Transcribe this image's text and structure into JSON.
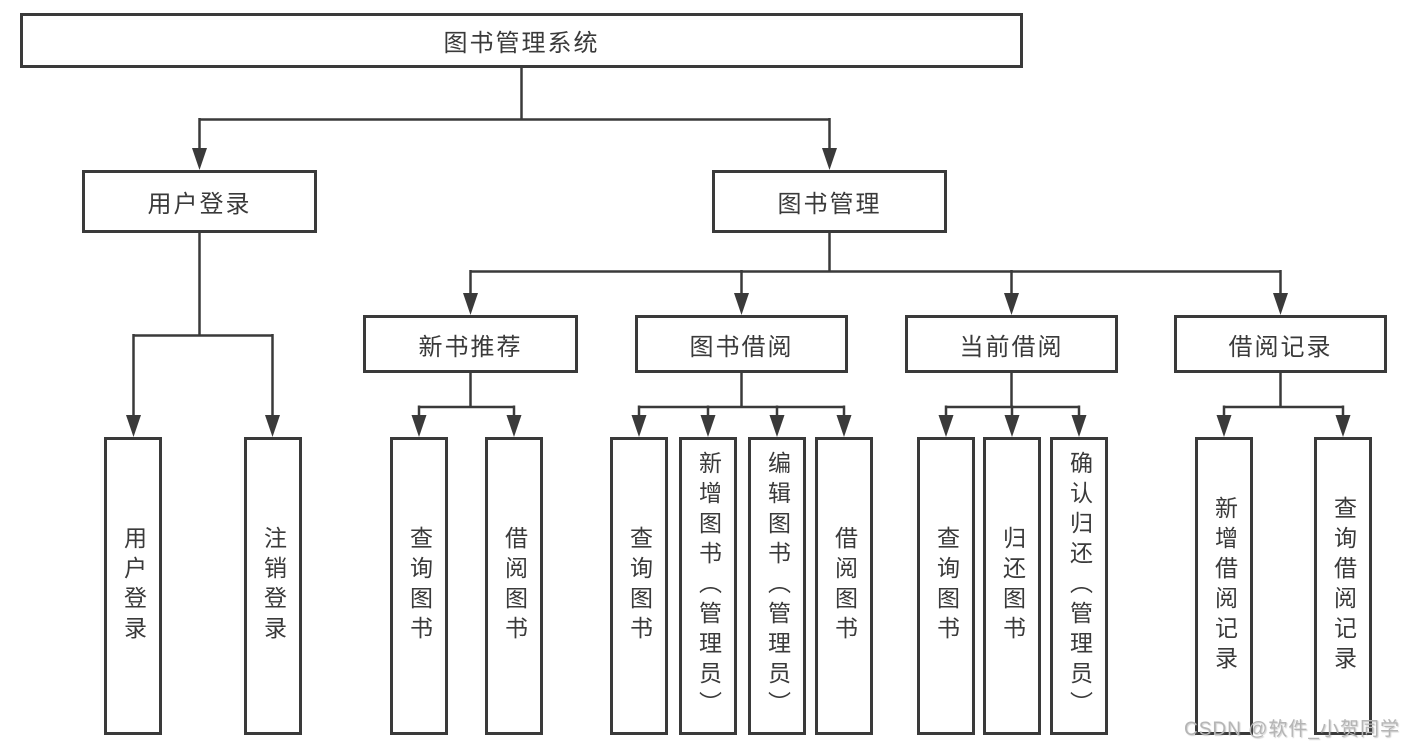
{
  "diagram": {
    "title": "图书管理系统",
    "level2": [
      {
        "label": "用户登录",
        "children": [
          {
            "label": "用户登录"
          },
          {
            "label": "注销登录"
          }
        ]
      },
      {
        "label": "图书管理",
        "children": [
          {
            "label": "新书推荐",
            "children": [
              {
                "label": "查询图书"
              },
              {
                "label": "借阅图书"
              }
            ]
          },
          {
            "label": "图书借阅",
            "children": [
              {
                "label": "查询图书"
              },
              {
                "label": "新增图书（管理员）"
              },
              {
                "label": "编辑图书（管理员）"
              },
              {
                "label": "借阅图书"
              }
            ]
          },
          {
            "label": "当前借阅",
            "children": [
              {
                "label": "查询图书"
              },
              {
                "label": "归还图书"
              },
              {
                "label": "确认归还（管理员）"
              }
            ]
          },
          {
            "label": "借阅记录",
            "children": [
              {
                "label": "新增借阅记录"
              },
              {
                "label": "查询借阅记录"
              }
            ]
          }
        ]
      }
    ]
  },
  "watermark": "CSDN @软件_小贺同学",
  "colors": {
    "line": "#3a3a3a",
    "text": "#3a3a3a",
    "box_background": "#ffffff",
    "page_background": "#ffffff",
    "watermark": "#b5b5b5"
  }
}
